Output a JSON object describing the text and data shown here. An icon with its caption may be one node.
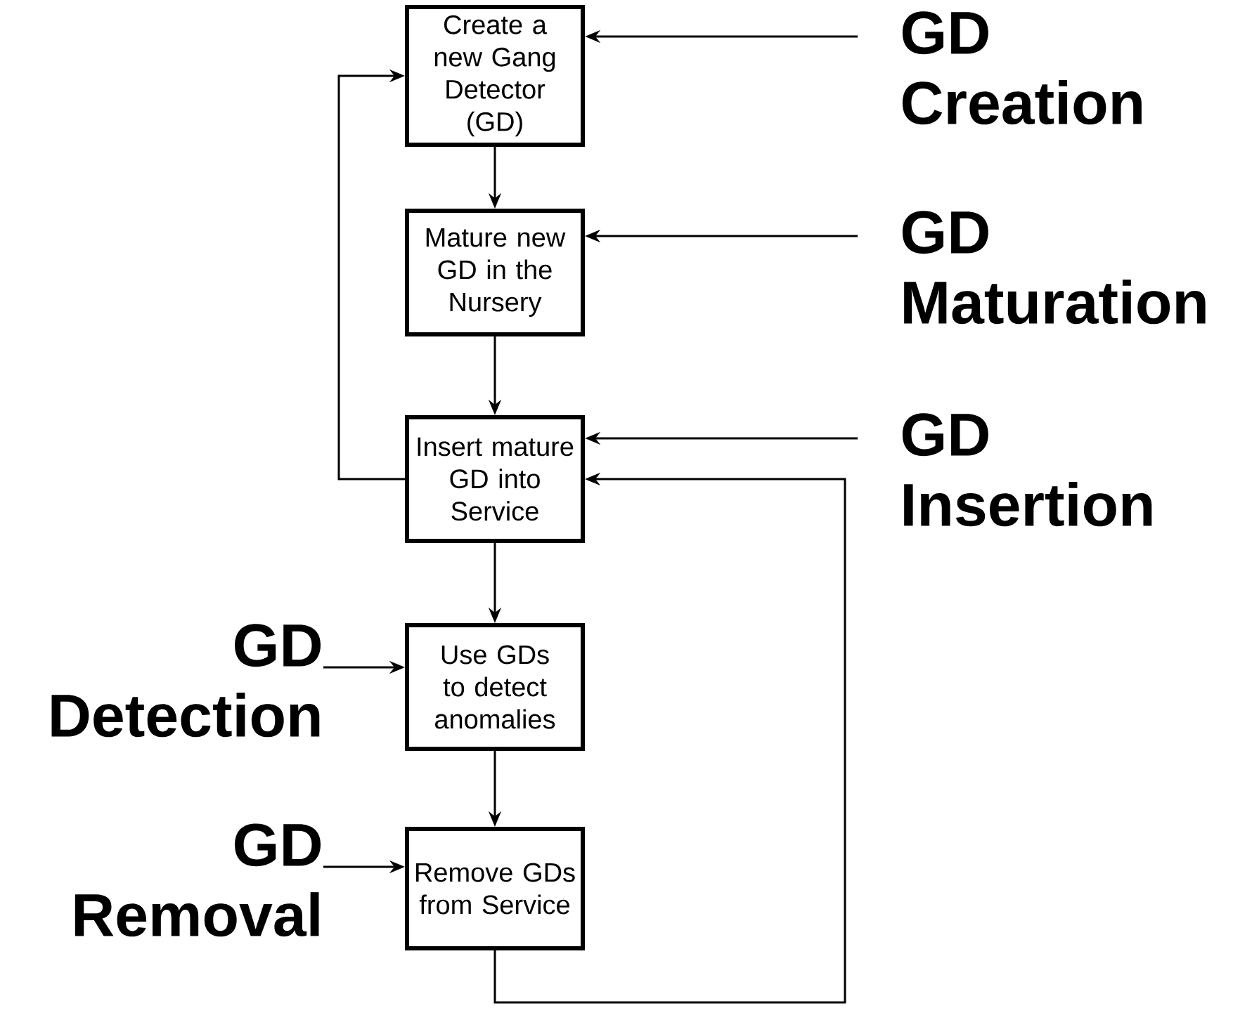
{
  "diagram": {
    "nodes": [
      {
        "text": [
          "Create a new Gang Detector (GD)"
        ]
      },
      {
        "text": [
          "Mature new GD in the Nursery"
        ]
      },
      {
        "text": [
          "Insert mature GD into Service"
        ]
      },
      {
        "text": [
          "Use GDs to detect anomalies"
        ]
      },
      {
        "text": [
          "Remove GDs from Service"
        ]
      },
      {
        "text": [
          "GD Creation"
        ]
      },
      {
        "text": [
          "GD Maturation"
        ]
      },
      {
        "text": [
          "GD Insertion"
        ]
      },
      {
        "text": [
          "GD Detection"
        ]
      },
      {
        "text": [
          "GD Removal"
        ]
      }
    ],
    "edges": [
      {
        "from": 0,
        "to": 1,
        "arrow": "to"
      },
      {
        "from": 1,
        "to": 2,
        "arrow": "to"
      },
      {
        "from": 2,
        "to": 3,
        "arrow": "to"
      },
      {
        "from": 3,
        "to": 4,
        "arrow": "to"
      },
      {
        "from": 2,
        "to": 0,
        "arrow": "to"
      },
      {
        "from": 4,
        "to": 2,
        "arrow": "to"
      },
      {
        "from": 5,
        "to": 0,
        "arrow": "to"
      },
      {
        "from": 6,
        "to": 1,
        "arrow": "to"
      },
      {
        "from": 7,
        "to": 2,
        "arrow": "to"
      },
      {
        "from": 8,
        "to": 3,
        "arrow": "to"
      },
      {
        "from": 9,
        "to": 4,
        "arrow": "to"
      }
    ]
  }
}
